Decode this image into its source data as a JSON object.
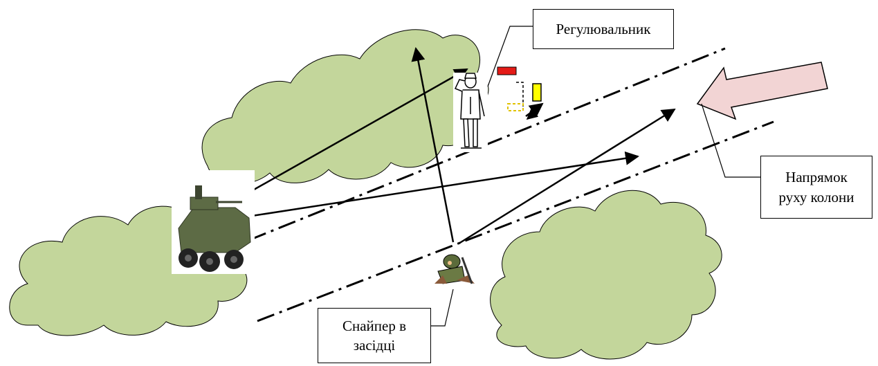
{
  "labels": {
    "regulator": "Регулювальник",
    "direction": "Напрямок\nруху колони",
    "sniper": "Снайпер в\nзасідці"
  },
  "colors": {
    "bush_fill": "#c3d69b",
    "bush_stroke": "#000000",
    "column_arrow_fill": "#f2d4d4",
    "column_arrow_stroke": "#000000",
    "flag_red": "#e41b17",
    "flag_yellow": "#ffff00",
    "vehicle_green": "#5d6b45"
  },
  "icons": {
    "vehicle": "armored-vehicle-icon",
    "soldier": "saluting-soldier-icon",
    "sniper": "sniper-soldier-icon"
  }
}
